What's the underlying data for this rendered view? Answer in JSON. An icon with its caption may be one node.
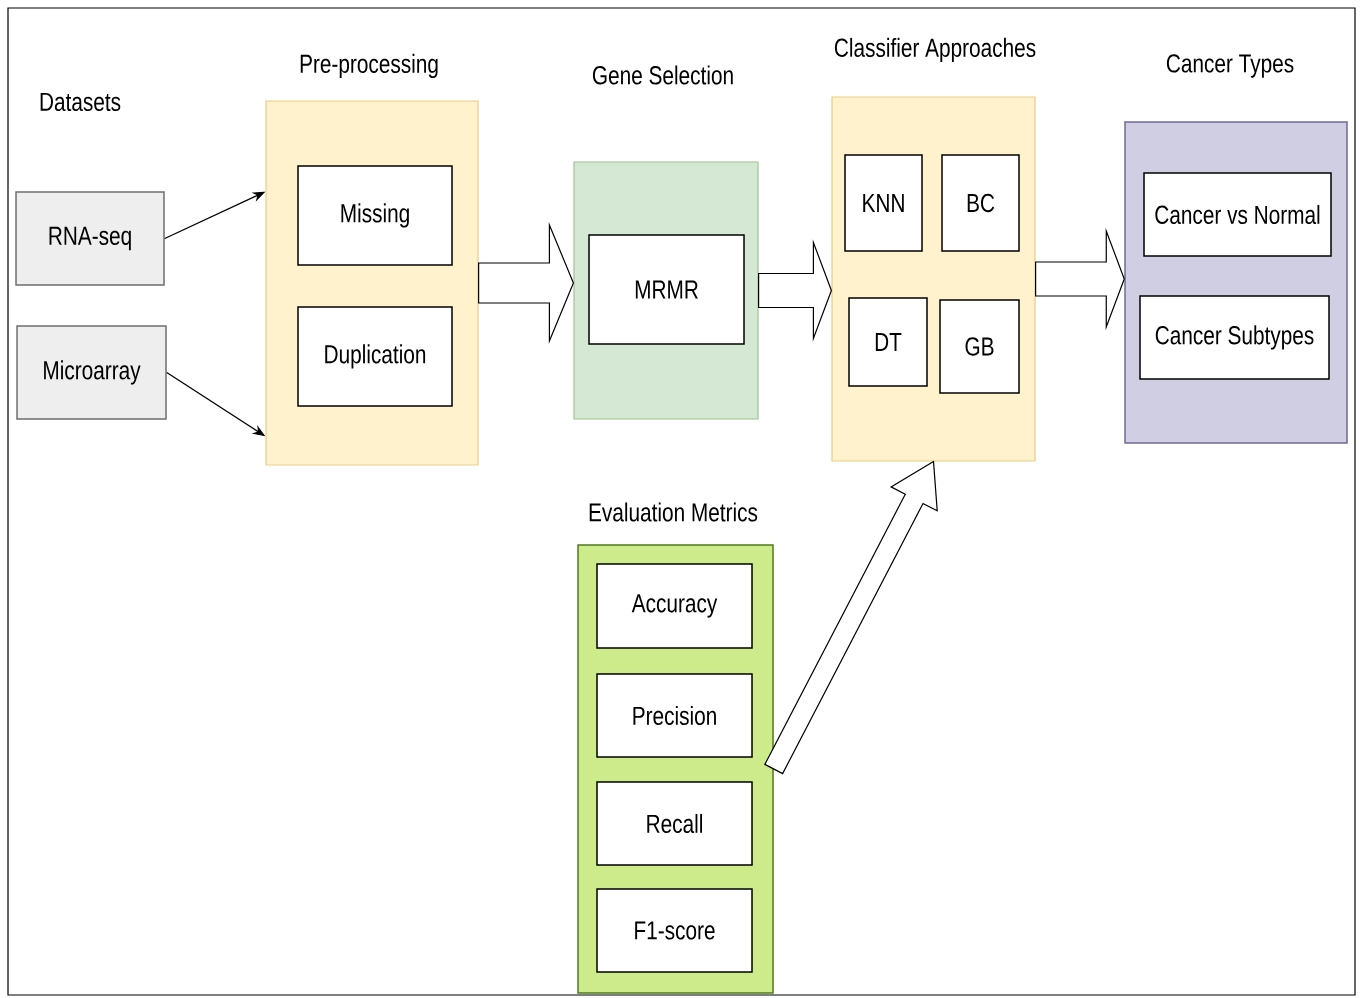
{
  "diagram": {
    "nodes": [
      {
        "text": [
          "RNA-seq"
        ]
      },
      {
        "text": [
          "Microarray"
        ]
      },
      {
        "text": [
          "Pre-processing"
        ]
      },
      {
        "text": [
          "Missing"
        ],
        "in": 2
      },
      {
        "text": [
          "Duplication"
        ],
        "in": 2
      },
      {
        "text": [
          "Gene Selection"
        ]
      },
      {
        "text": [
          "MRMR"
        ],
        "in": 5
      },
      {
        "text": [
          "Classifier Approaches"
        ]
      },
      {
        "text": [
          "KNN"
        ],
        "in": 7
      },
      {
        "text": [
          "BC"
        ],
        "in": 7
      },
      {
        "text": [
          "DT"
        ],
        "in": 7
      },
      {
        "text": [
          "GB"
        ],
        "in": 7
      },
      {
        "text": [
          "Cancer Types"
        ]
      },
      {
        "text": [
          "Cancer vs Normal"
        ],
        "in": 12
      },
      {
        "text": [
          "Cancer Subtypes"
        ],
        "in": 12
      },
      {
        "text": [
          "Evaluation Metrics"
        ]
      },
      {
        "text": [
          "Accuracy"
        ],
        "in": 15
      },
      {
        "text": [
          "Precision"
        ],
        "in": 15
      },
      {
        "text": [
          "Recall"
        ],
        "in": 15
      },
      {
        "text": [
          "F1-score"
        ],
        "in": 15
      }
    ],
    "edges": [
      {
        "from": 0,
        "to": 2,
        "arrow": "to"
      },
      {
        "from": 1,
        "to": 2,
        "arrow": "to"
      },
      {
        "from": 2,
        "to": 5,
        "arrow": "to",
        "style": "thick"
      },
      {
        "from": 5,
        "to": 7,
        "arrow": "to",
        "style": "thick"
      },
      {
        "from": 7,
        "to": 12,
        "arrow": "to",
        "style": "thick"
      },
      {
        "from": 15,
        "to": 7,
        "arrow": "to",
        "style": "thick"
      }
    ],
    "labels": [
      "Datasets"
    ]
  }
}
